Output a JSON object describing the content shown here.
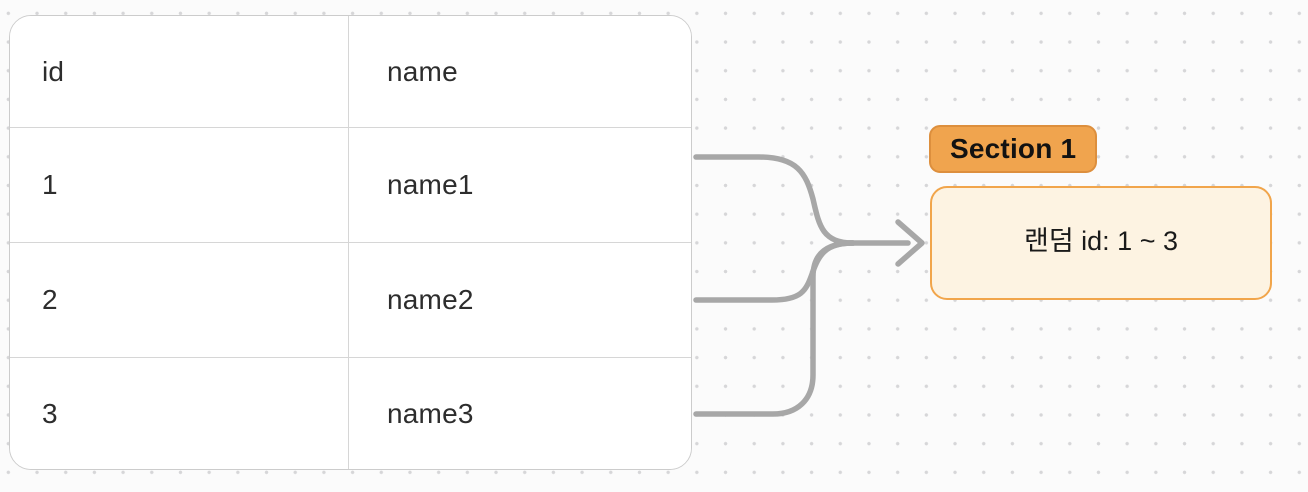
{
  "colors": {
    "background": "#fbfbfb",
    "grid_dot": "#d6d6d8",
    "table_border_outer": "#cccccc",
    "table_border_inner": "#d6d6d6",
    "text_dark": "#2d2d2d",
    "connector_gray": "#a7a7a7",
    "accent_orange": "#f0a44e",
    "accent_orange_border": "#dd8f3d",
    "card_fill": "#fdf3e2",
    "card_border": "#f1a54b"
  },
  "table": {
    "headers": [
      "id",
      "name"
    ],
    "rows": [
      [
        "1",
        "name1"
      ],
      [
        "2",
        "name2"
      ],
      [
        "3",
        "name3"
      ]
    ]
  },
  "group": {
    "label": "Section 1"
  },
  "node": {
    "text": "랜덤 id: 1 ~ 3"
  }
}
